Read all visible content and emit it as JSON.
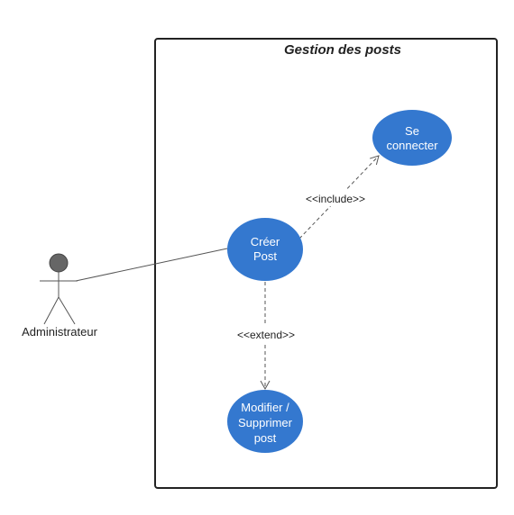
{
  "system": {
    "title": "Gestion des posts"
  },
  "actor": {
    "label": "Administrateur"
  },
  "use_cases": {
    "creer_post": {
      "line1": "Créer",
      "line2": "Post"
    },
    "se_connecter": {
      "line1": "Se",
      "line2": "connecter"
    },
    "modifier_supprimer": {
      "line1": "Modifier /",
      "line2": "Supprimer",
      "line3": "post"
    }
  },
  "relations": {
    "include_label": "<<include>>",
    "extend_label": "<<extend>>"
  },
  "colors": {
    "use_case_fill": "#3478cf",
    "use_case_text": "#ffffff",
    "actor_head": "#666666",
    "line": "#555555",
    "boundary": "#222222"
  }
}
